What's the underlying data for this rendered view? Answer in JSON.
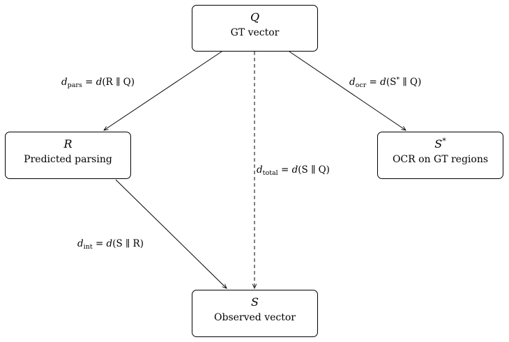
{
  "nodes": {
    "q": {
      "symbol": "Q",
      "label": "GT vector"
    },
    "r": {
      "symbol": "R",
      "label": "Predicted parsing"
    },
    "s_star": {
      "symbol": "S",
      "symbol_sup": "*",
      "label": "OCR on GT regions"
    },
    "s": {
      "symbol": "S",
      "label": "Observed vector"
    }
  },
  "edges": {
    "pars": {
      "d": "d",
      "sub": "pars",
      "rhs_open": "= ",
      "rhs_d": "d",
      "rhs_args": "(R ∥ Q)"
    },
    "ocr": {
      "d": "d",
      "sub": "ocr",
      "rhs_open": "= ",
      "rhs_d": "d",
      "rhs_args_a": "(S",
      "rhs_args_sup": "*",
      "rhs_args_b": " ∥ Q)"
    },
    "total": {
      "d": "d",
      "sub": "total",
      "rhs_open": "= ",
      "rhs_d": "d",
      "rhs_args": "(S ∥ Q)"
    },
    "int": {
      "d": "d",
      "sub": "int",
      "rhs_open": "= ",
      "rhs_d": "d",
      "rhs_args": "(S ∥ R)"
    }
  }
}
